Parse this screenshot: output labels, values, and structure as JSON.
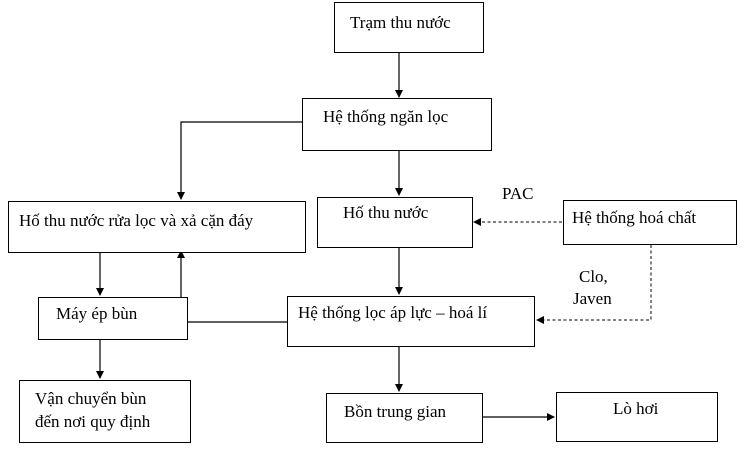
{
  "nodes": {
    "tram_thu_nuoc": "Trạm thu nước",
    "he_thong_ngan_loc": "Hệ thống ngăn lọc",
    "ho_thu_nuoc_rua_loc": "Hố thu nước rửa lọc và xả cặn đáy",
    "ho_thu_nuoc": "Hố thu nước",
    "he_thong_hoa_chat": "Hệ thống hoá chất",
    "may_ep_bun": "Máy ép bùn",
    "he_thong_loc_ap_luc": "Hệ thống lọc áp lực – hoá lí",
    "van_chuyen_bun_line1": "Vận chuyển bùn",
    "van_chuyen_bun_line2": "đến nơi quy định",
    "bon_trung_gian": "Bồn trung gian",
    "lo_hoi": "Lò hơi"
  },
  "edge_labels": {
    "pac": "PAC",
    "clo": "Clo,",
    "javen": "Javen"
  }
}
